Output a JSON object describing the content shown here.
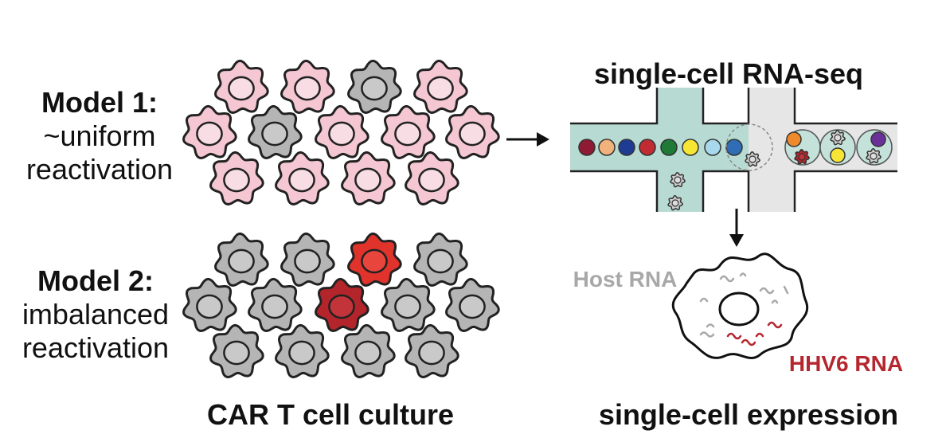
{
  "model1": {
    "title": "Model 1:",
    "line1": "~uniform",
    "line2": "reactivation"
  },
  "model2": {
    "title": "Model 2:",
    "line1": "imbalanced",
    "line2": "reactivation"
  },
  "culture_label": "CAR T cell culture",
  "scrnaseq_label": "single-cell RNA-seq",
  "expression_label": "single-cell expression",
  "host_rna_label": "Host RNA",
  "hhv6_rna_label": "HHV6 RNA",
  "colors": {
    "pink_cell": "#f4c7d2",
    "gray_cell": "#b5b5b5",
    "red_cell": "#e0332b",
    "dark_red_cell": "#b3252b",
    "channel_green": "#b7dbd2",
    "channel_gray": "#e6e6e6",
    "host_rna": "#a8a8a8",
    "hhv6_rna": "#b5272f"
  },
  "model1_cells": [
    [
      "pink",
      "pink",
      "gray",
      "pink"
    ],
    [
      "pink",
      "gray",
      "pink",
      "pink",
      "pink"
    ],
    [
      "pink",
      "pink",
      "pink",
      "pink"
    ]
  ],
  "model2_cells": [
    [
      "gray",
      "gray",
      "red",
      "gray"
    ],
    [
      "gray",
      "gray",
      "darkred",
      "gray",
      "gray"
    ],
    [
      "gray",
      "gray",
      "gray",
      "gray"
    ]
  ],
  "bead_colors": [
    "#8e1b33",
    "#f1b27c",
    "#1f3c94",
    "#c02b34",
    "#1e7a35",
    "#f7e536",
    "#a7d8ec",
    "#2f6db5"
  ]
}
